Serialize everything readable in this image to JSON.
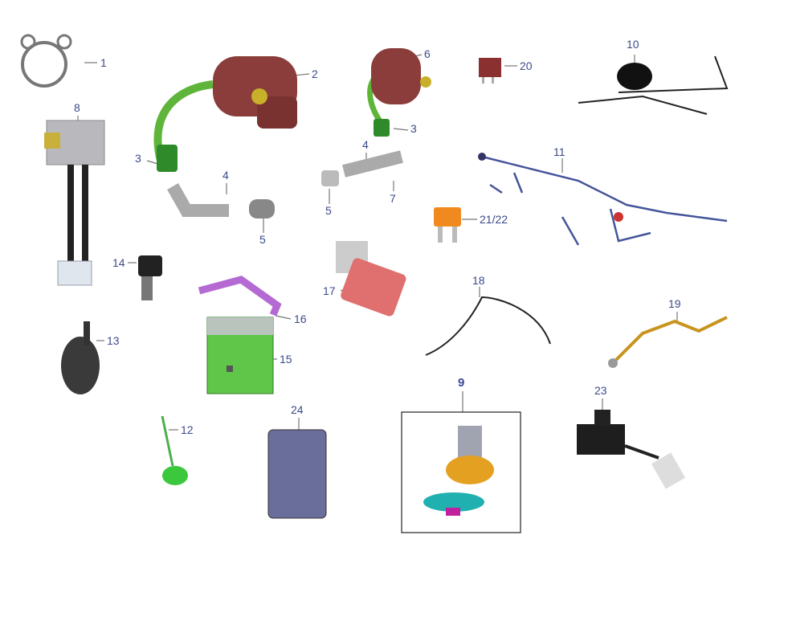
{
  "callouts": {
    "c1": "1",
    "c2": "2",
    "c3a": "3",
    "c3b": "3",
    "c4a": "4",
    "c4b": "4",
    "c5a": "5",
    "c5b": "5",
    "c6": "6",
    "c7": "7",
    "c8": "8",
    "c9": "9",
    "c10": "10",
    "c11": "11",
    "c12": "12",
    "c13": "13",
    "c14": "14",
    "c15": "15",
    "c16": "16",
    "c17": "17",
    "c18": "18",
    "c19": "19",
    "c20": "20",
    "c21_22": "21/22",
    "c23": "23",
    "c24": "24"
  },
  "colors": {
    "label": "#3c4a8a",
    "ignition_coil": "#8a3d3a",
    "hv_lead": "#5fb43a",
    "battery": "#5fc64a",
    "bracket": "#b46ad2",
    "relay_17": "#e07070",
    "fuse": "#f08a1e"
  }
}
